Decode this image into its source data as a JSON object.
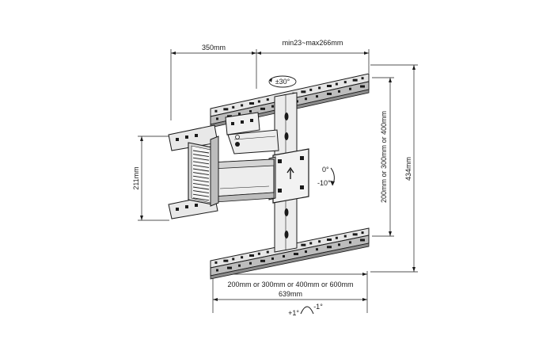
{
  "dimensions": {
    "arm_extension": "350mm",
    "wall_distance": "min23~max266mm",
    "swivel": "±30°",
    "wall_plate_height": "211mm",
    "vertical_vesa": "200mm or 300mm or 400mm",
    "overall_height": "434mm",
    "tilt_up": "0°",
    "tilt_down": "-10°",
    "horizontal_vesa": "200mm or 300mm or 400mm or 600mm",
    "overall_width": "639mm",
    "level_plus": "+1°",
    "level_minus": "-1°"
  },
  "colors": {
    "line": "#1a1a1a",
    "metal_light": "#e6e6e6",
    "metal_mid": "#bdbdbd",
    "metal_dark": "#8c8c8c"
  }
}
